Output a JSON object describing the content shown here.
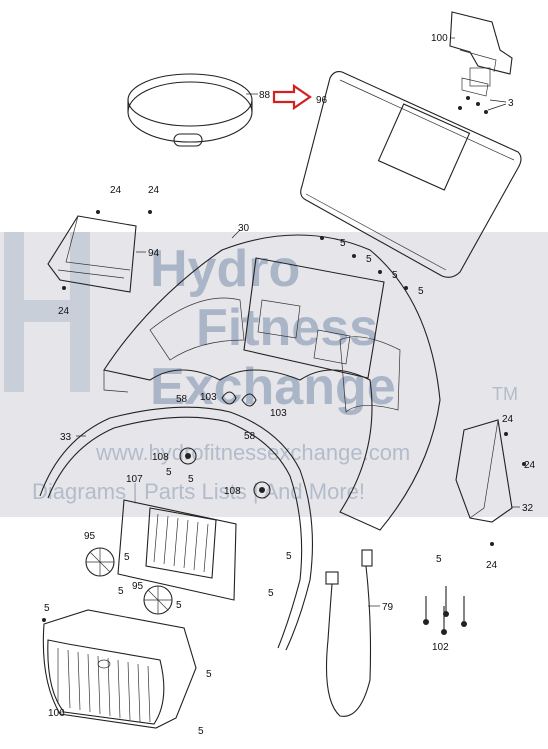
{
  "watermark": {
    "brand_line1": "Hydro",
    "brand_line2": "Fitness",
    "brand_line3": "Exchange",
    "trademark": "TM",
    "url": "www.hydrofitnessexchange.com",
    "tagline": "Diagrams | Parts Lists | And More!"
  },
  "callouts": {
    "c100": "100",
    "c3": "3",
    "c88": "88",
    "c96": "96",
    "c24a": "24",
    "c24b": "24",
    "c94": "94",
    "c24c": "24",
    "c30": "30",
    "c5a": "5",
    "c5b": "5",
    "c5c": "5",
    "c5d": "5",
    "c103a": "103",
    "c58a": "58",
    "c103b": "103",
    "c58b": "58",
    "c33": "33",
    "c108a": "108",
    "c5e": "5",
    "c5f": "5",
    "c107": "107",
    "c108b": "108",
    "c5g": "5",
    "c5h": "5",
    "c24d": "24",
    "c32": "32",
    "c24e": "24",
    "c95a": "95",
    "c95b": "95",
    "c5i": "5",
    "c5j": "5",
    "c5k": "5",
    "c79": "79",
    "c5l": "5",
    "c102": "102",
    "c5m": "5",
    "c106": "106",
    "c5n": "5",
    "c5o": "5"
  },
  "colors": {
    "arrow": "#d42020",
    "watermark": "#aab6c7"
  }
}
